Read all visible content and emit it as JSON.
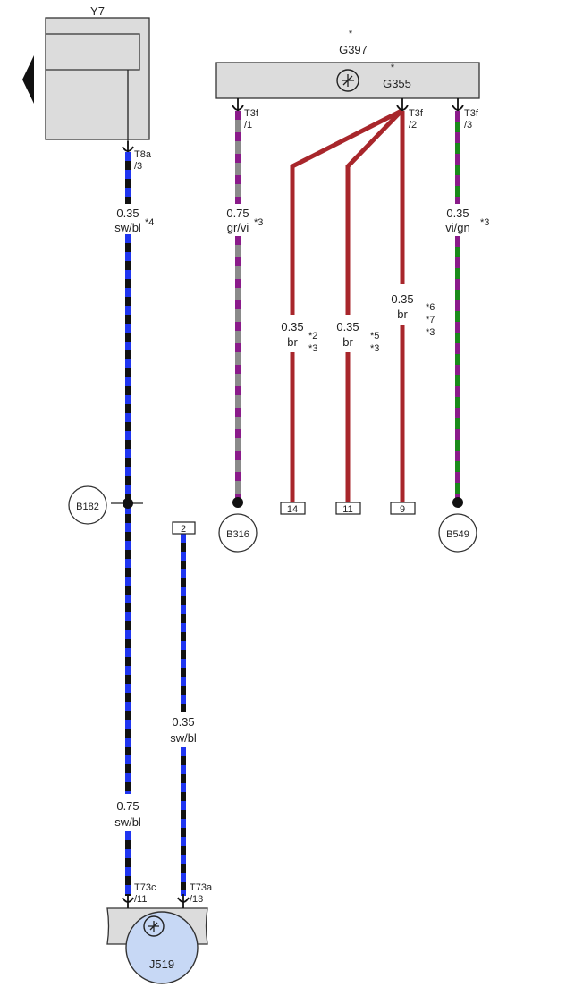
{
  "components": {
    "y7": {
      "label": "Y7"
    },
    "g397": {
      "label": "G397",
      "star": "*"
    },
    "g355": {
      "label": "G355",
      "star": "*"
    },
    "j519": {
      "label": "J519"
    }
  },
  "connectors": {
    "t8a_3": {
      "name": "T8a",
      "pin": "/3"
    },
    "t3f_1": {
      "name": "T3f",
      "pin": "/1"
    },
    "t3f_2": {
      "name": "T3f",
      "pin": "/2"
    },
    "t3f_3": {
      "name": "T3f",
      "pin": "/3"
    },
    "t73c_11": {
      "name": "T73c",
      "pin": "/11"
    },
    "t73a_13": {
      "name": "T73a",
      "pin": "/13"
    }
  },
  "grounds": {
    "b182": "B182",
    "b316": "B316",
    "b549": "B549"
  },
  "wires": {
    "y7_down": {
      "size": "0.35",
      "color": "sw/bl",
      "note": "*4"
    },
    "gr_vi": {
      "size": "0.75",
      "color": "gr/vi",
      "note": "*3"
    },
    "br_14": {
      "size": "0.35",
      "color": "br",
      "notes": [
        "*2",
        "*3"
      ]
    },
    "br_11": {
      "size": "0.35",
      "color": "br",
      "notes": [
        "*5",
        "*3"
      ]
    },
    "br_9": {
      "size": "0.35",
      "color": "br",
      "notes": [
        "*6",
        "*7",
        "*3"
      ]
    },
    "vi_gn": {
      "size": "0.35",
      "color": "vi/gn",
      "note": "*3"
    },
    "sw_bl_2": {
      "size": "0.35",
      "color": "sw/bl"
    },
    "sw_bl_j519": {
      "size": "0.75",
      "color": "sw/bl"
    }
  },
  "refs": {
    "r14": "14",
    "r11": "11",
    "r9": "9",
    "r2": "2"
  },
  "colors": {
    "black": "#111111",
    "blue": "#1f35f0",
    "grey": "#8a8a8a",
    "violet": "#8a1b8a",
    "green": "#1a8a1a",
    "brown": "#a8262b",
    "component_fill": "#dcdcdc",
    "j519_fill": "#c7d8f5"
  }
}
